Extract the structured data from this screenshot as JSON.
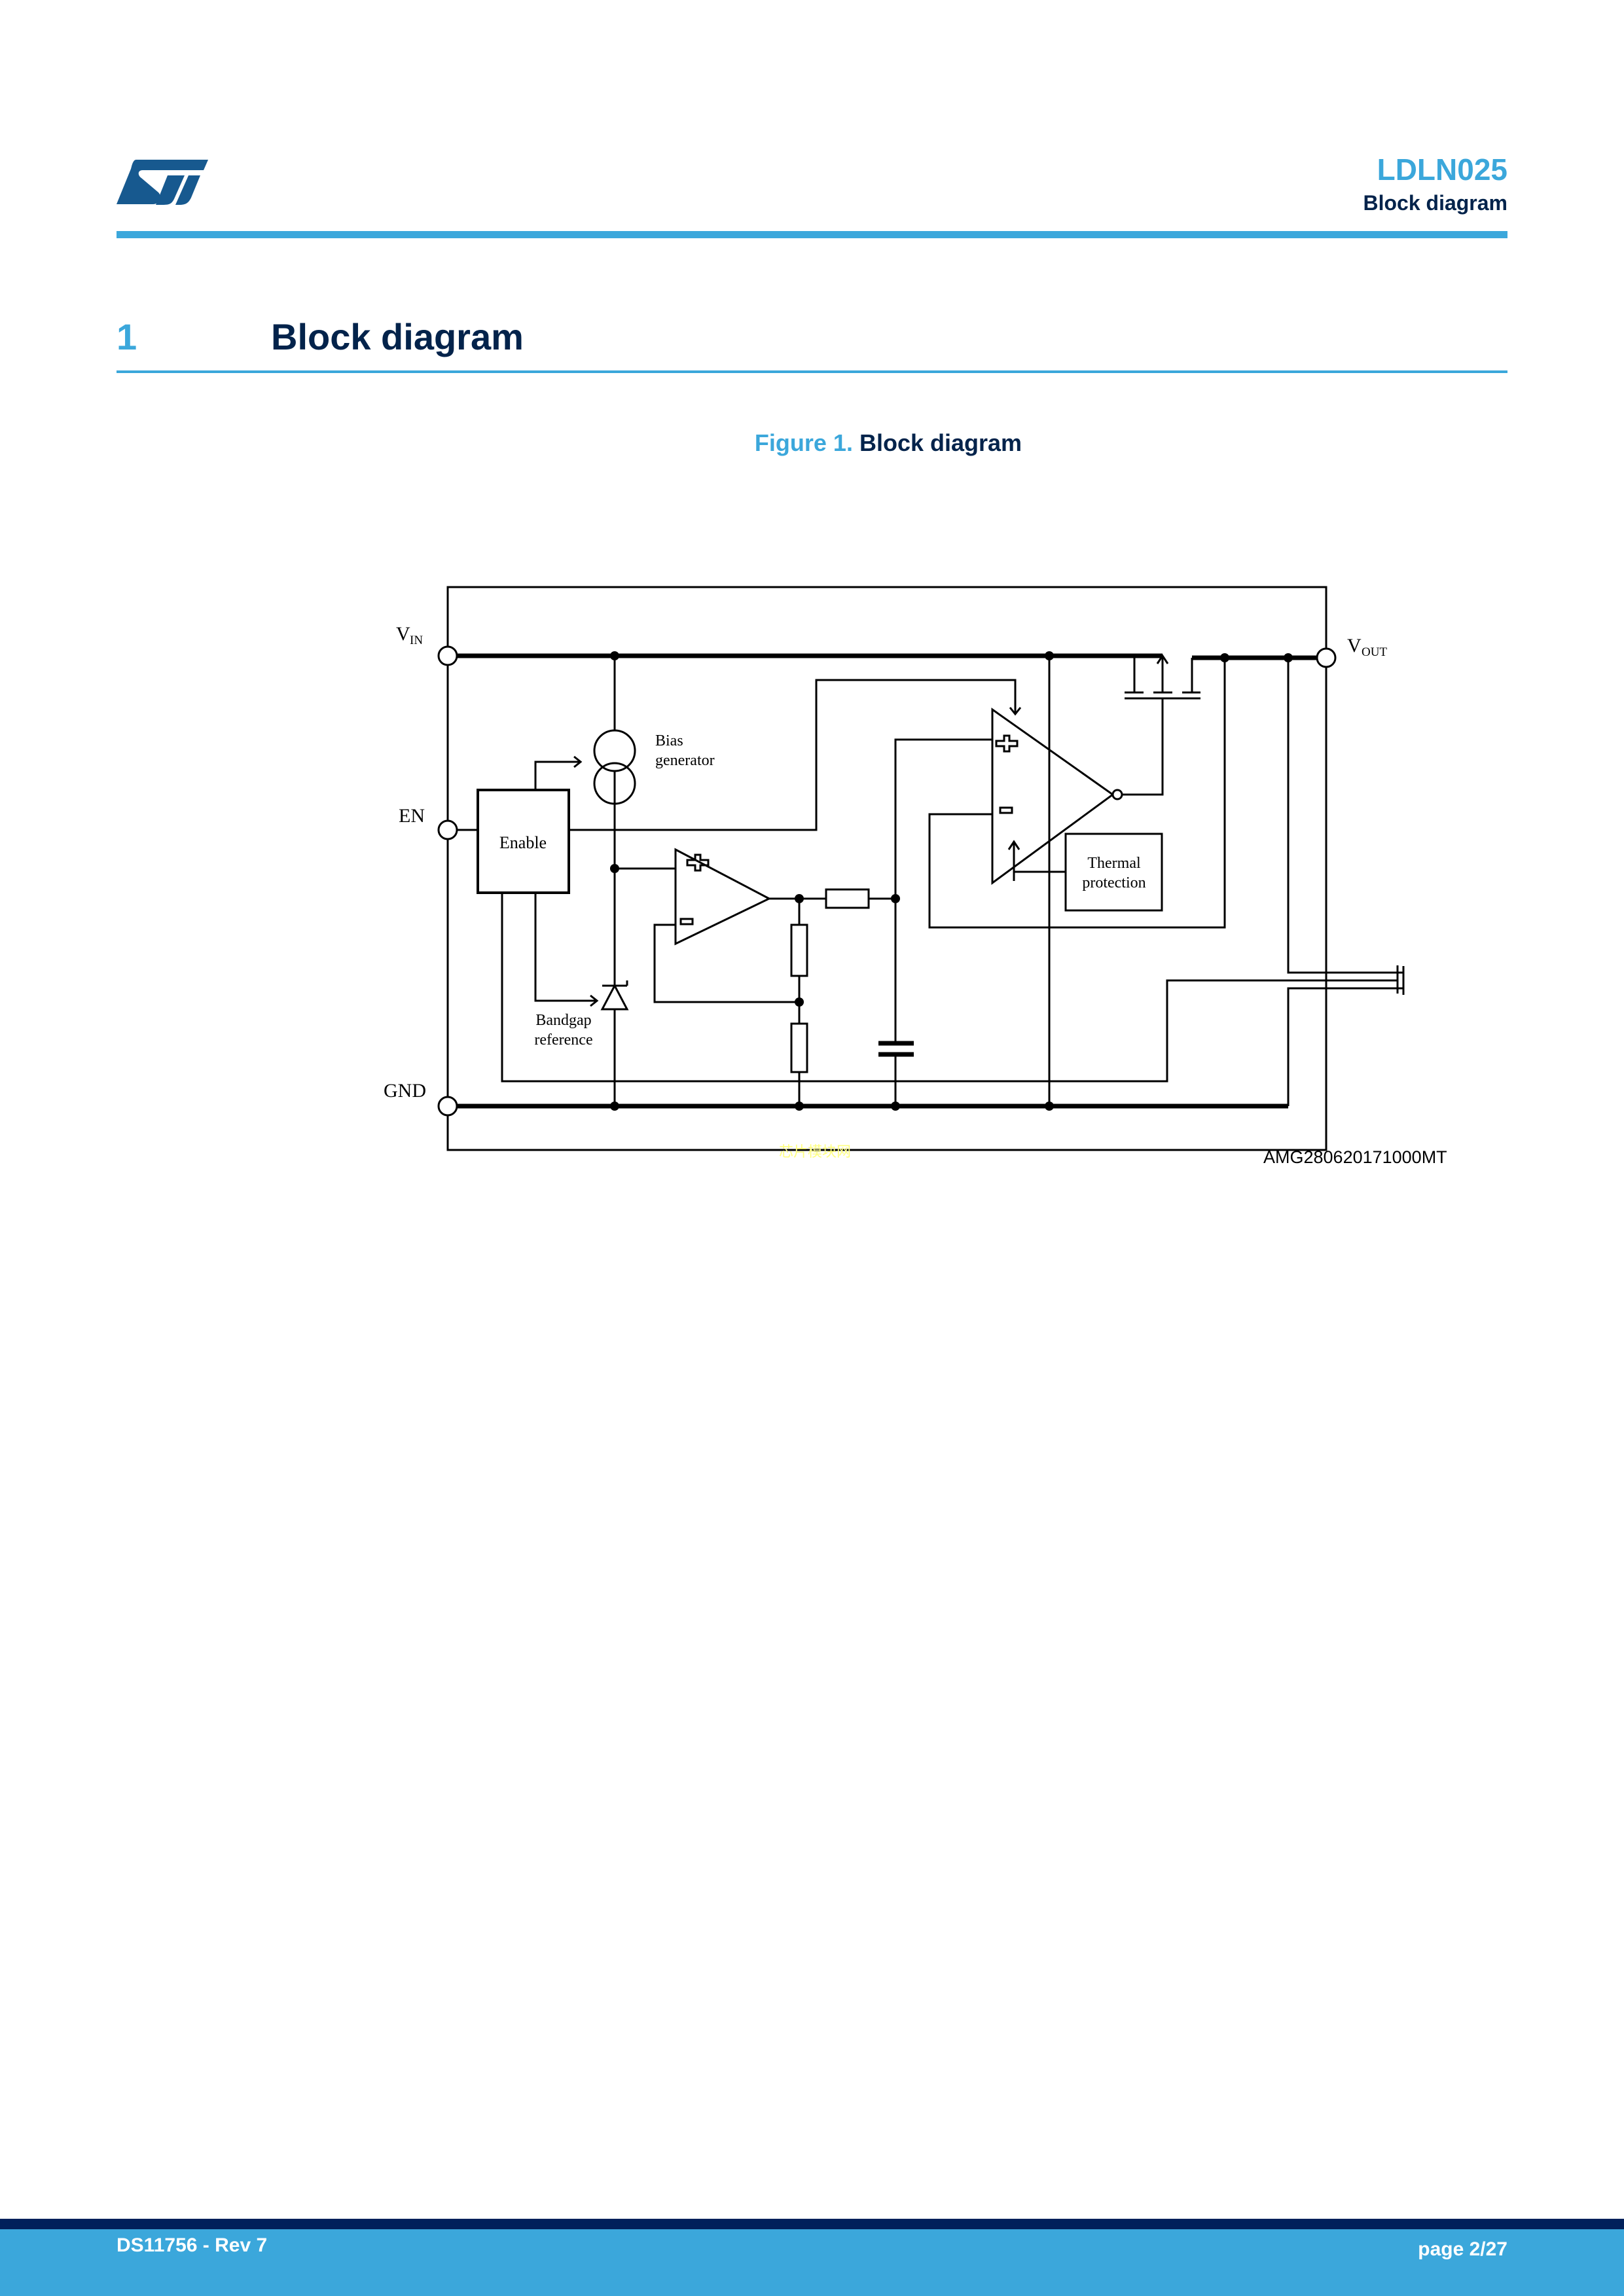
{
  "header": {
    "title": "LDLN025",
    "subtitle": "Block diagram",
    "logo": "ST",
    "accent": "#3ba7db",
    "navy": "#03234b"
  },
  "section": {
    "number": "1",
    "title": "Block diagram"
  },
  "figure": {
    "number": "Figure 1.",
    "title": "Block diagram",
    "labels": {
      "vin": "V",
      "vin_sub": "IN",
      "vout": "V",
      "vout_sub": "OUT",
      "en": "EN",
      "gnd": "GND",
      "enable": "Enable",
      "bias1": "Bias",
      "bias2": "generator",
      "bandgap1": "Bandgap",
      "bandgap2": "reference",
      "thermal1": "Thermal",
      "thermal2": "protection"
    },
    "code": "AMG280620171000MT",
    "watermark": "芯片模块网"
  },
  "footer": {
    "doc": "DS11756 - Rev 7",
    "page": "page 2/27"
  }
}
